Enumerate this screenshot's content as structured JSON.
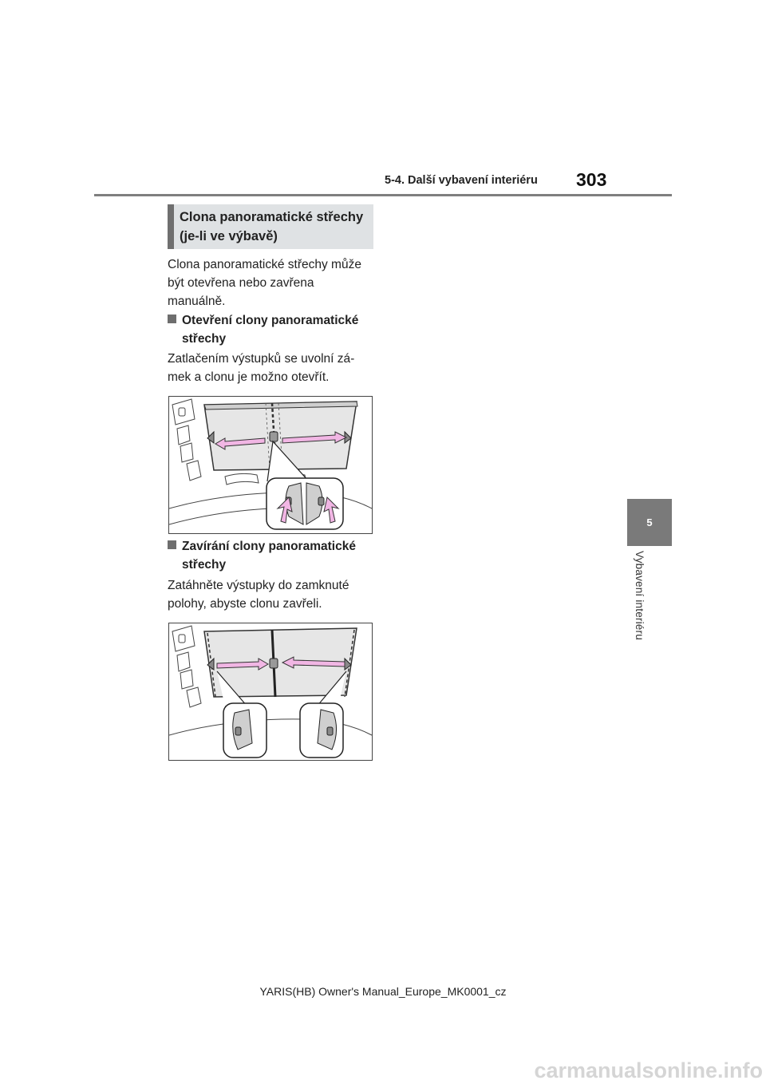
{
  "header": {
    "section_title": "5-4. Další vybavení interiéru",
    "page_number": "303"
  },
  "chapter_tab": {
    "number": "5",
    "label": "Vybavení interiéru"
  },
  "section": {
    "heading_line1": "Clona panoramatické střechy",
    "heading_line2": "(je-li ve výbavě)",
    "intro_lines": [
      "Clona panoramatické střechy může",
      "být otevřena nebo zavřena",
      "manuálně."
    ],
    "subsections": [
      {
        "title_line1": "Otevření clony panoramatické",
        "title_line2": "střechy",
        "text_lines": [
          "Zatlačením výstupků se uvolní zá-",
          "mek a clonu je možno otevřít."
        ],
        "figure_action": "open"
      },
      {
        "title_line1": "Zavírání clony panoramatické",
        "title_line2": "střechy",
        "text_lines": [
          "Zatáhněte výstupky do zamknuté",
          "polohy, abyste clonu zavřeli."
        ],
        "figure_action": "close"
      }
    ]
  },
  "footer": {
    "text": "YARIS(HB) Owner's Manual_Europe_MK0001_cz"
  },
  "watermark": {
    "text": "carmanualsonline.info"
  },
  "colors": {
    "arrow_fill": "#f1b6e4",
    "arrow_stroke": "#333333",
    "shade_fill": "#e6e6e6",
    "tab_gray": "#7a7a7a",
    "heading_bg": "#dfe2e4"
  }
}
